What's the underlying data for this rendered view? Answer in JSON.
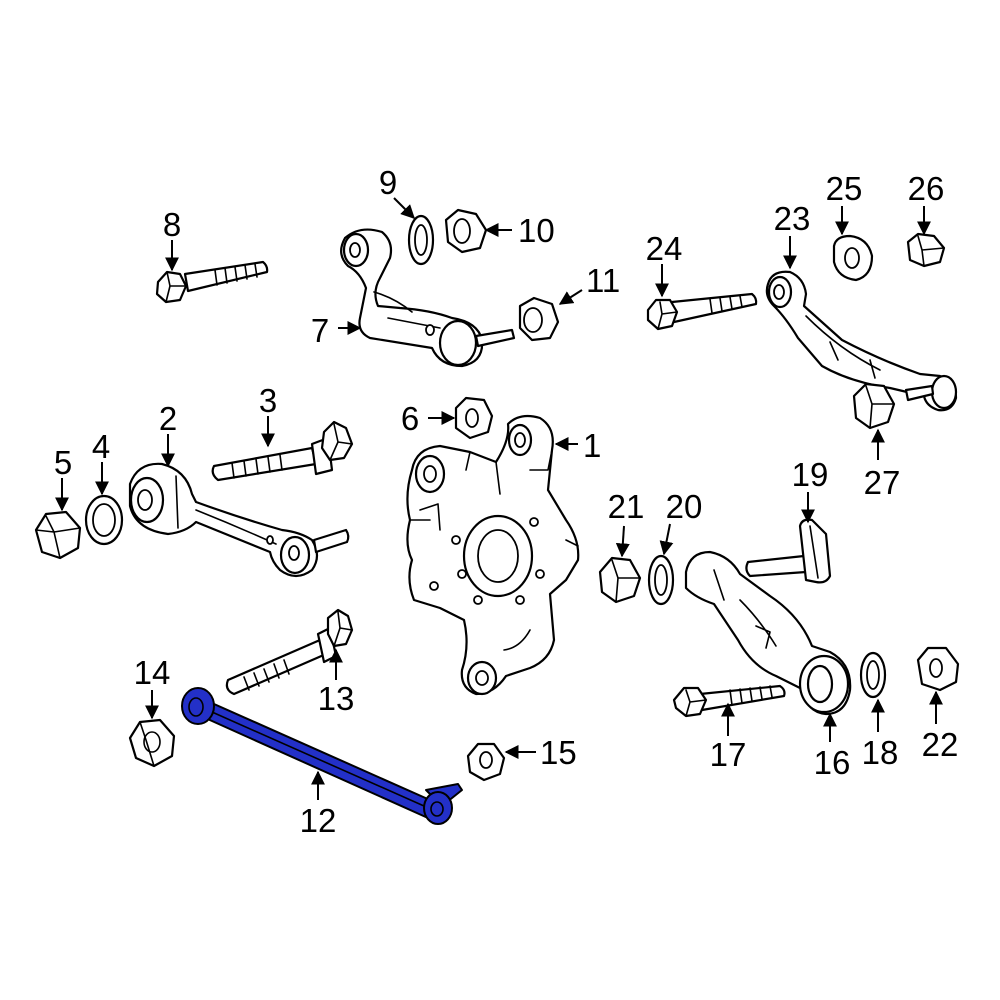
{
  "diagram": {
    "highlight_color": "#2330c8",
    "highlighted_part": "12",
    "callouts": [
      "1",
      "2",
      "3",
      "4",
      "5",
      "6",
      "7",
      "8",
      "9",
      "10",
      "11",
      "12",
      "13",
      "14",
      "15",
      "16",
      "17",
      "18",
      "19",
      "20",
      "21",
      "22",
      "23",
      "24",
      "25",
      "26",
      "27"
    ]
  }
}
